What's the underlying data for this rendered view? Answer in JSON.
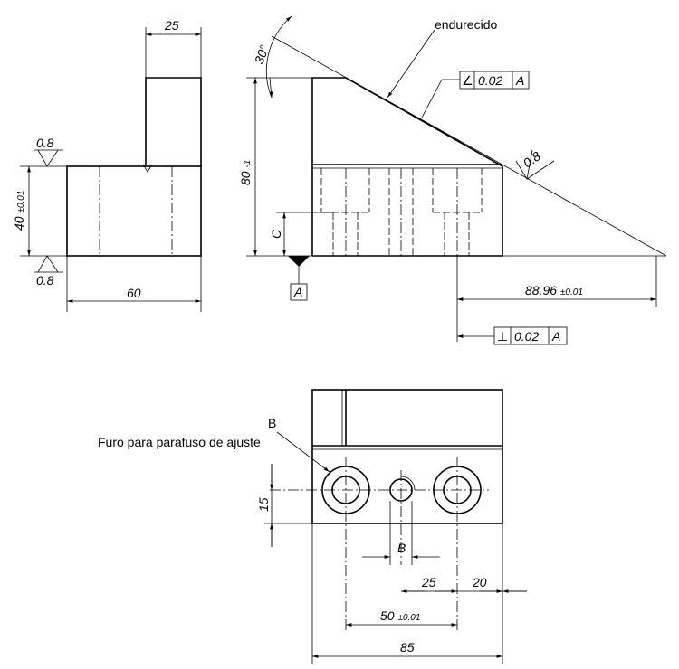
{
  "annotations": {
    "hardened": "endurecido",
    "adjust_hole": "Furo para parafuso de ajuste",
    "hole_ref_B": "B",
    "datum_A": "A"
  },
  "tolerance_frames": {
    "angularity": {
      "symbol": "∠",
      "value": "0.02",
      "datum": "A"
    },
    "perpendicularity": {
      "symbol": "⊥",
      "value": "0.02",
      "datum": "A"
    }
  },
  "dimensions": {
    "top_width": "25",
    "height_40": "40",
    "height_40_tol": "±0.01",
    "width_60": "60",
    "height_80": "80",
    "height_80_tol": "-1",
    "angle": "30°",
    "dim_C": "C",
    "length_88": "88.96",
    "length_88_tol": "±0.01",
    "vert_15": "15",
    "dim_B": "B",
    "spacing_25": "25",
    "spacing_20": "20",
    "spacing_50": "50",
    "spacing_50_tol": "±0.01",
    "width_85": "85"
  },
  "roughness": {
    "top": "0.8",
    "bottom": "0.8",
    "incline": "0.8"
  }
}
